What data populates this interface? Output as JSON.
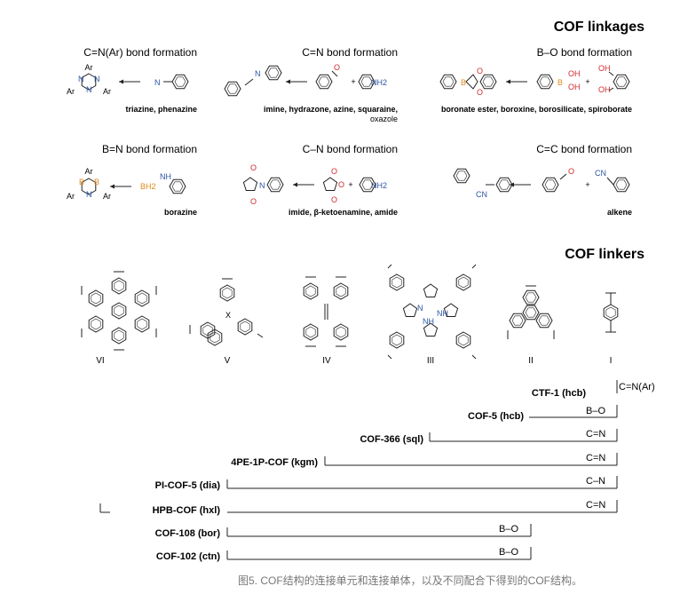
{
  "headings": {
    "linkages": "COF linkages",
    "linkers": "COF linkers"
  },
  "linkages": [
    {
      "title": "B–O bond formation",
      "caption": "boronate ester, boroxine, borosilicate, spiroborate"
    },
    {
      "title": "C=N bond formation",
      "caption_line1": "imine, hydrazone, azine, squaraine,",
      "caption_line2": "oxazole"
    },
    {
      "title": "C=N(Ar) bond formation",
      "caption": "triazine, phenazine"
    },
    {
      "title": "C=C bond formation",
      "caption": "alkene"
    },
    {
      "title": "C–N bond formation",
      "caption": "imide, β-ketoenamine, amide"
    },
    {
      "title": "B=N bond formation",
      "caption": "borazine"
    }
  ],
  "atoms": {
    "B": "B",
    "O": "O",
    "OH": "OH",
    "N": "N",
    "NH2": "NH2",
    "NH": "NH",
    "Ar": "Ar",
    "CN": "CN",
    "X": "X",
    "BH2": "BH2",
    "plus": "+"
  },
  "linker_labels": [
    "I",
    "II",
    "III",
    "IV",
    "V",
    "VI"
  ],
  "tree": [
    {
      "bond": "C=N(Ar)",
      "name": "CTF-1 (hcb)"
    },
    {
      "bond": "B–O",
      "name": "COF-5 (hcb)"
    },
    {
      "bond": "C=N",
      "name": "COF-366 (sql)"
    },
    {
      "bond": "C=N",
      "name": "4PE-1P-COF (kgm)"
    },
    {
      "bond": "C–N",
      "name": "PI-COF-5 (dia)"
    },
    {
      "bond": "C=N",
      "name": "HPB-COF (hxl)"
    },
    {
      "bond": "B–O",
      "name": "COF-108 (bor)"
    },
    {
      "bond": "B–O",
      "name": "COF-102 (ctn)"
    }
  ],
  "figure_caption": "图5. COF结构的连接单元和连接单体，以及不同配合下得到的COF结构。"
}
